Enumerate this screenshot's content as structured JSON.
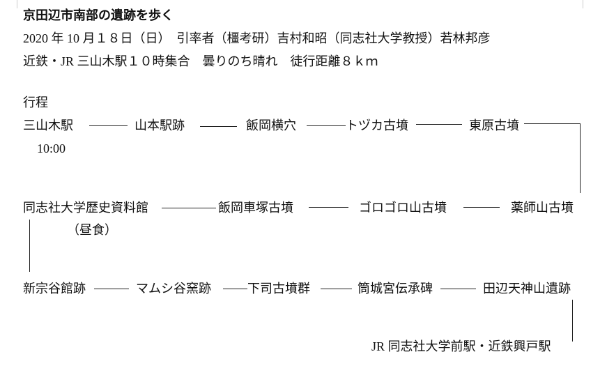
{
  "header": {
    "title": "京田辺市南部の遺跡を歩く",
    "line2": "2020 年 10 月１８日（日）　引率者（橿考研）吉村和昭（同志社大学教授）若林邦彦",
    "line3": "近鉄・JR 三山木駅１０時集合　曇りのち晴れ　徒行距離８ｋｍ"
  },
  "itinerary": {
    "heading": "行程",
    "row1": [
      "三山木駅",
      "山本駅跡",
      "飯岡横穴",
      "トヅカ古墳",
      "東原古墳"
    ],
    "start_time": "10:00",
    "row2": [
      "同志社大学歴史資料館",
      "飯岡車塚古墳",
      "ゴロゴロ山古墳",
      "薬師山古墳"
    ],
    "lunch_note": "（昼食）",
    "row3": [
      "新宗谷館跡",
      "マムシ谷窯跡",
      "下司古墳群",
      "筒城宮伝承碑",
      "田辺天神山遺跡"
    ],
    "end": "JR 同志社大学前駅・近鉄興戸駅"
  }
}
